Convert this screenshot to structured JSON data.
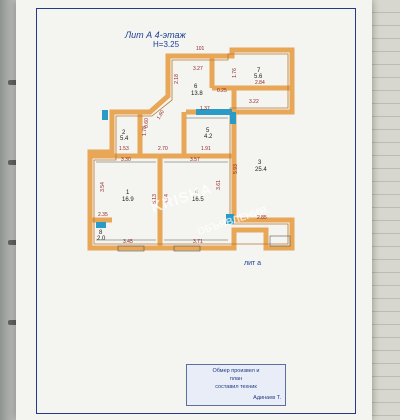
{
  "plan": {
    "title": "Лит А 4-этаж",
    "height": "H=3.25",
    "top_marker": "101",
    "lit": "лит а"
  },
  "rooms": [
    {
      "id": "1",
      "area": "16.9"
    },
    {
      "id": "2",
      "area": "5.4"
    },
    {
      "id": "3",
      "area": "25.4"
    },
    {
      "id": "4",
      "area": "16.5"
    },
    {
      "id": "5",
      "area": "4.2"
    },
    {
      "id": "6",
      "area": "13.8"
    },
    {
      "id": "7",
      "area": "5.6"
    },
    {
      "id": "8",
      "area": "2.0"
    }
  ],
  "dimensions": [
    "3.27",
    "2.18",
    "1.76",
    "3.22",
    "1.37",
    "1.60",
    "1.53",
    "1.78",
    "3.30",
    "3.57",
    "2.70",
    "1.91",
    "0.60",
    "3.54",
    "5.13",
    "4.14",
    "3.61",
    "5.93",
    "2.85",
    "3.45",
    "3.71",
    "0.25",
    "2.84",
    "2.35"
  ],
  "stamp": {
    "line1": "Обмер произвел и",
    "line2": "план",
    "line3": "составил техник",
    "line4": "Адинаев Т."
  },
  "watermark": {
    "line1": "KRISHA",
    "line2": "ОБЪЯВЛЕНИЯ"
  },
  "colors": {
    "wall": "#e8a657",
    "wall_edge": "#b5772f",
    "window": "#2a9bc7",
    "ink": "#1c3f95"
  }
}
